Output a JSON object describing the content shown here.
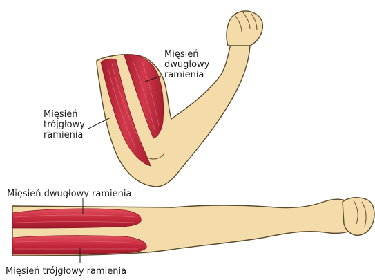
{
  "labels": {
    "bent_biceps": [
      "Mięsień",
      "dwugłowy",
      "ramienia"
    ],
    "bent_triceps": [
      "Mięsień",
      "trójgłowy",
      "ramienia"
    ],
    "straight_biceps": "Mięsień dwugłowy ramienia",
    "straight_triceps": "Mięsień trójgłowy ramienia"
  },
  "colors": {
    "skin": "#f3dcaa",
    "skin_outline": "#5a4a2c",
    "muscle": "#c62a3c",
    "muscle_light": "#e86a7a",
    "muscle_dark": "#8e1424",
    "leader_line": "#1a1a1a"
  }
}
